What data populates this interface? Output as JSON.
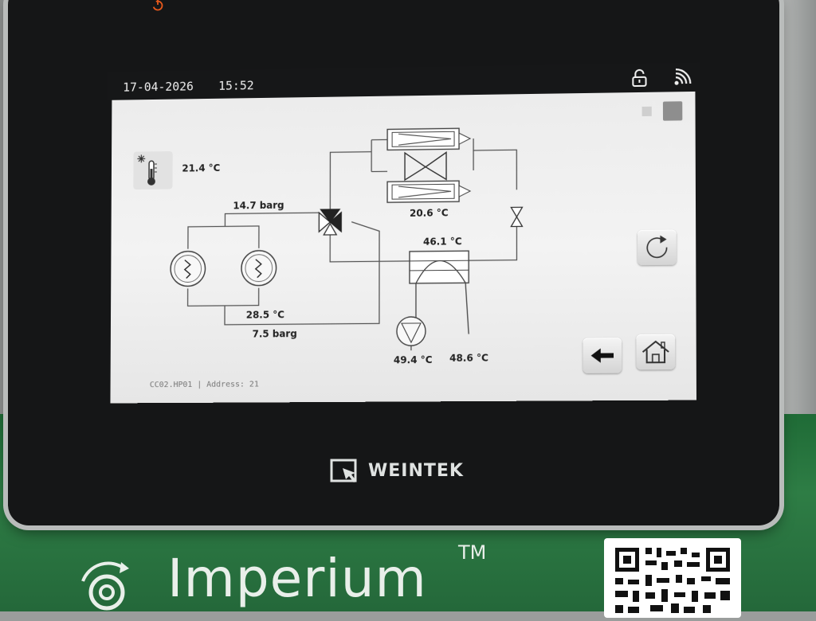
{
  "status_bar": {
    "date": "17-04-2026",
    "time": "15:52",
    "lock_icon": "unlocked-padlock-icon",
    "signal_icon": "wireless-signal-icon"
  },
  "diagram": {
    "ambient_temp": "21.4 °C",
    "high_pressure": "14.7 barg",
    "condenser_temp": "20.6 °C",
    "hx_temp": "46.1 °C",
    "suction_temp": "28.5 °C",
    "low_pressure": "7.5 barg",
    "water_out_temp": "49.4 °C",
    "water_in_temp": "48.6 °C"
  },
  "footer": {
    "address": "CC02.HP01 | Address: 21"
  },
  "buttons": {
    "refresh_icon": "refresh-icon",
    "back_icon": "back-arrow-icon",
    "home_icon": "home-icon"
  },
  "device": {
    "brand": "WEINTEK",
    "product": "Imperium",
    "trademark": "TM"
  },
  "colors": {
    "display_bg": "#ececec",
    "bezel": "#151617",
    "enclosure_green": "#2e7d45",
    "power_led": "#e8591c"
  }
}
